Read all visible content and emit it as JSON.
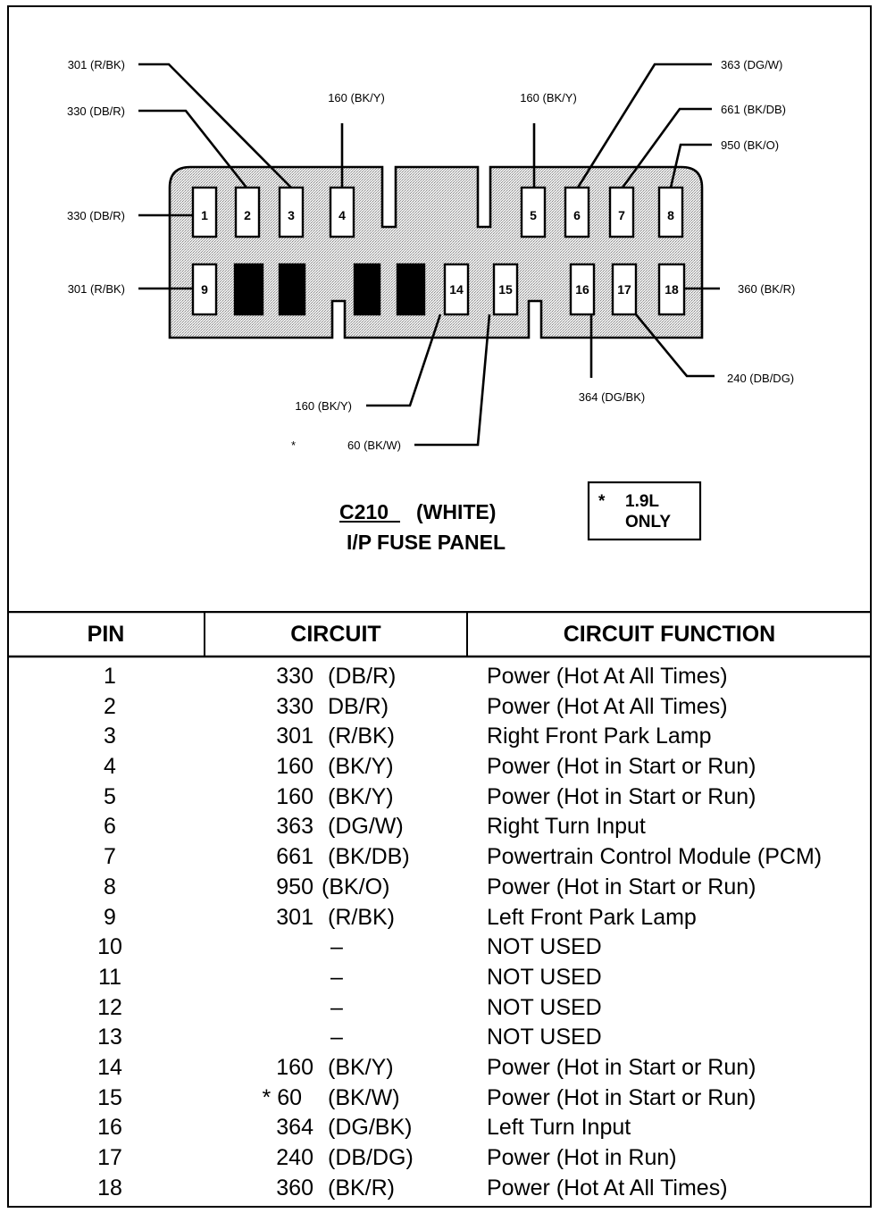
{
  "diagram": {
    "connector_id": "C210",
    "connector_color": "(WHITE)",
    "panel_name": "I/P FUSE PANEL",
    "note_star": "*",
    "note_text_1": "1.9L",
    "note_text_2": "ONLY",
    "pins_top": [
      "1",
      "2",
      "3",
      "4",
      "5",
      "6",
      "7",
      "8"
    ],
    "pins_bottom": [
      "9",
      "10",
      "11",
      "12",
      "13",
      "14",
      "15",
      "16",
      "17",
      "18"
    ],
    "callouts": {
      "pin1": "330 (DB/R)",
      "pin2": "330 (DB/R)",
      "pin3": "301 (R/BK)",
      "pin4": "160 (BK/Y)",
      "pin5": "160 (BK/Y)",
      "pin6": "363 (DG/W)",
      "pin7": "661 (BK/DB)",
      "pin8": "950 (BK/O)",
      "pin9": "301 (R/BK)",
      "pin14": "160 (BK/Y)",
      "pin15_star": "*",
      "pin15": "60 (BK/W)",
      "pin16": "364 (DG/BK)",
      "pin17": "240 (DB/DG)",
      "pin18": "360 (BK/R)"
    }
  },
  "table": {
    "headers": {
      "pin": "PIN",
      "circuit": "CIRCUIT",
      "function": "CIRCUIT FUNCTION"
    },
    "rows": [
      {
        "pin": "1",
        "num": "330",
        "color": "(DB/R)",
        "function": "Power (Hot At All Times)"
      },
      {
        "pin": "2",
        "num": "330",
        "color": "DB/R)",
        "function": "Power (Hot At All Times)"
      },
      {
        "pin": "3",
        "num": "301",
        "color": "(R/BK)",
        "function": "Right Front Park Lamp"
      },
      {
        "pin": "4",
        "num": "160",
        "color": "(BK/Y)",
        "function": "Power (Hot in Start or Run)"
      },
      {
        "pin": "5",
        "num": "160",
        "color": "(BK/Y)",
        "function": "Power (Hot in Start or Run)"
      },
      {
        "pin": "6",
        "num": "363",
        "color": "(DG/W)",
        "function": "Right Turn Input"
      },
      {
        "pin": "7",
        "num": "661",
        "color": "(BK/DB)",
        "function": "Powertrain Control Module (PCM)"
      },
      {
        "pin": "8",
        "num": "950",
        "color": "(BK/O)",
        "function": "Power (Hot in Start or Run)"
      },
      {
        "pin": "9",
        "num": "301",
        "color": "(R/BK)",
        "function": "Left Front Park Lamp"
      },
      {
        "pin": "10",
        "num": "",
        "color": "–",
        "function": "NOT USED"
      },
      {
        "pin": "11",
        "num": "",
        "color": "–",
        "function": "NOT USED"
      },
      {
        "pin": "12",
        "num": "",
        "color": "–",
        "function": "NOT USED"
      },
      {
        "pin": "13",
        "num": "",
        "color": "–",
        "function": "NOT USED"
      },
      {
        "pin": "14",
        "num": "160",
        "color": "(BK/Y)",
        "function": "Power (Hot in Start or Run)"
      },
      {
        "pin": "15",
        "num": "* 60",
        "color": "(BK/W)",
        "function": "Power (Hot in Start or Run)"
      },
      {
        "pin": "16",
        "num": "364",
        "color": "(DG/BK)",
        "function": "Left Turn Input"
      },
      {
        "pin": "17",
        "num": "240",
        "color": "(DB/DG)",
        "function": "Power (Hot in Run)"
      },
      {
        "pin": "18",
        "num": "360",
        "color": "(BK/R)",
        "function": "Power (Hot At All Times)"
      }
    ]
  }
}
